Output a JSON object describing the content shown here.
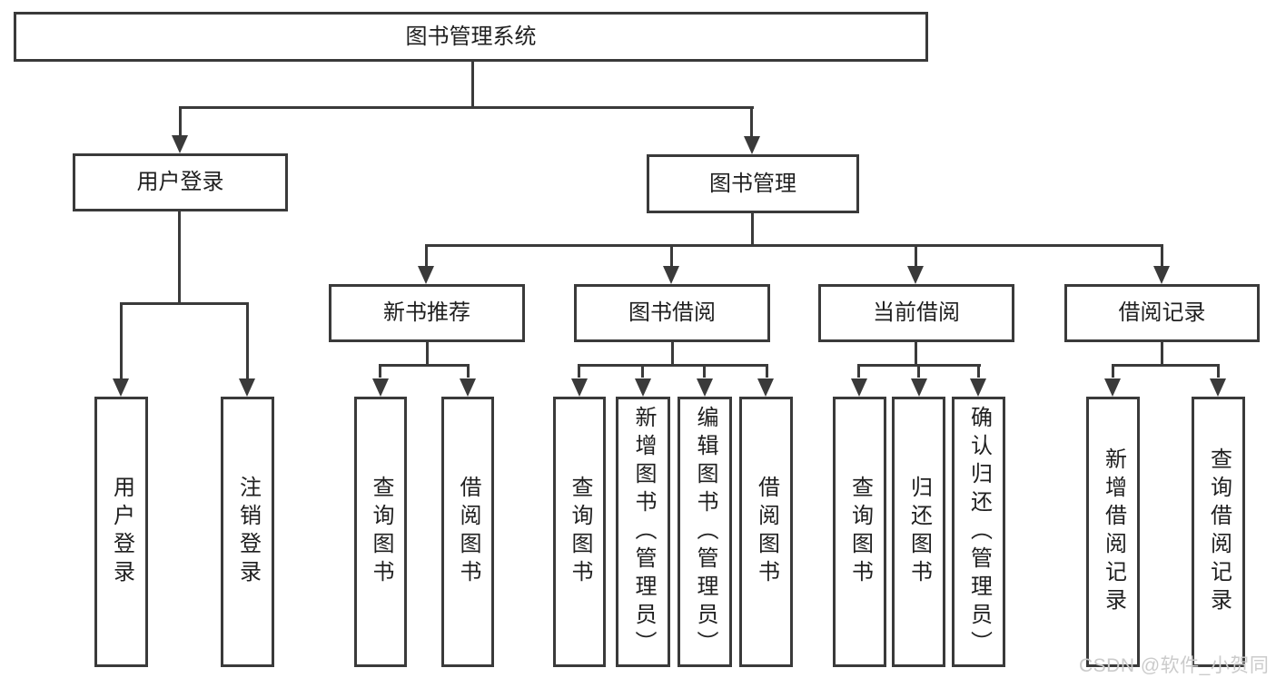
{
  "diagram": {
    "title": "图书管理系统",
    "level2": {
      "user_login": "用户登录",
      "book_mgmt": "图书管理"
    },
    "level3": {
      "new_books": "新书推荐",
      "book_borrow": "图书借阅",
      "current_borrow": "当前借阅",
      "borrow_records": "借阅记录"
    },
    "leaves": {
      "user_login": [
        "用户登录",
        "注销登录"
      ],
      "new_books": [
        "查询图书",
        "借阅图书"
      ],
      "book_borrow": [
        "查询图书",
        "新增图书（管理员）",
        "编辑图书（管理员）",
        "借阅图书"
      ],
      "current_borrow": [
        "查询图书",
        "归还图书",
        "确认归还（管理员）"
      ],
      "borrow_records": [
        "新增借阅记录",
        "查询借阅记录"
      ]
    }
  },
  "watermark": {
    "text": "CSDN @软件_小贺同学"
  },
  "colors": {
    "line": "#3a3a3a",
    "text": "#1f1f1f",
    "watermark": "#cbcbcb",
    "background": "#ffffff"
  }
}
